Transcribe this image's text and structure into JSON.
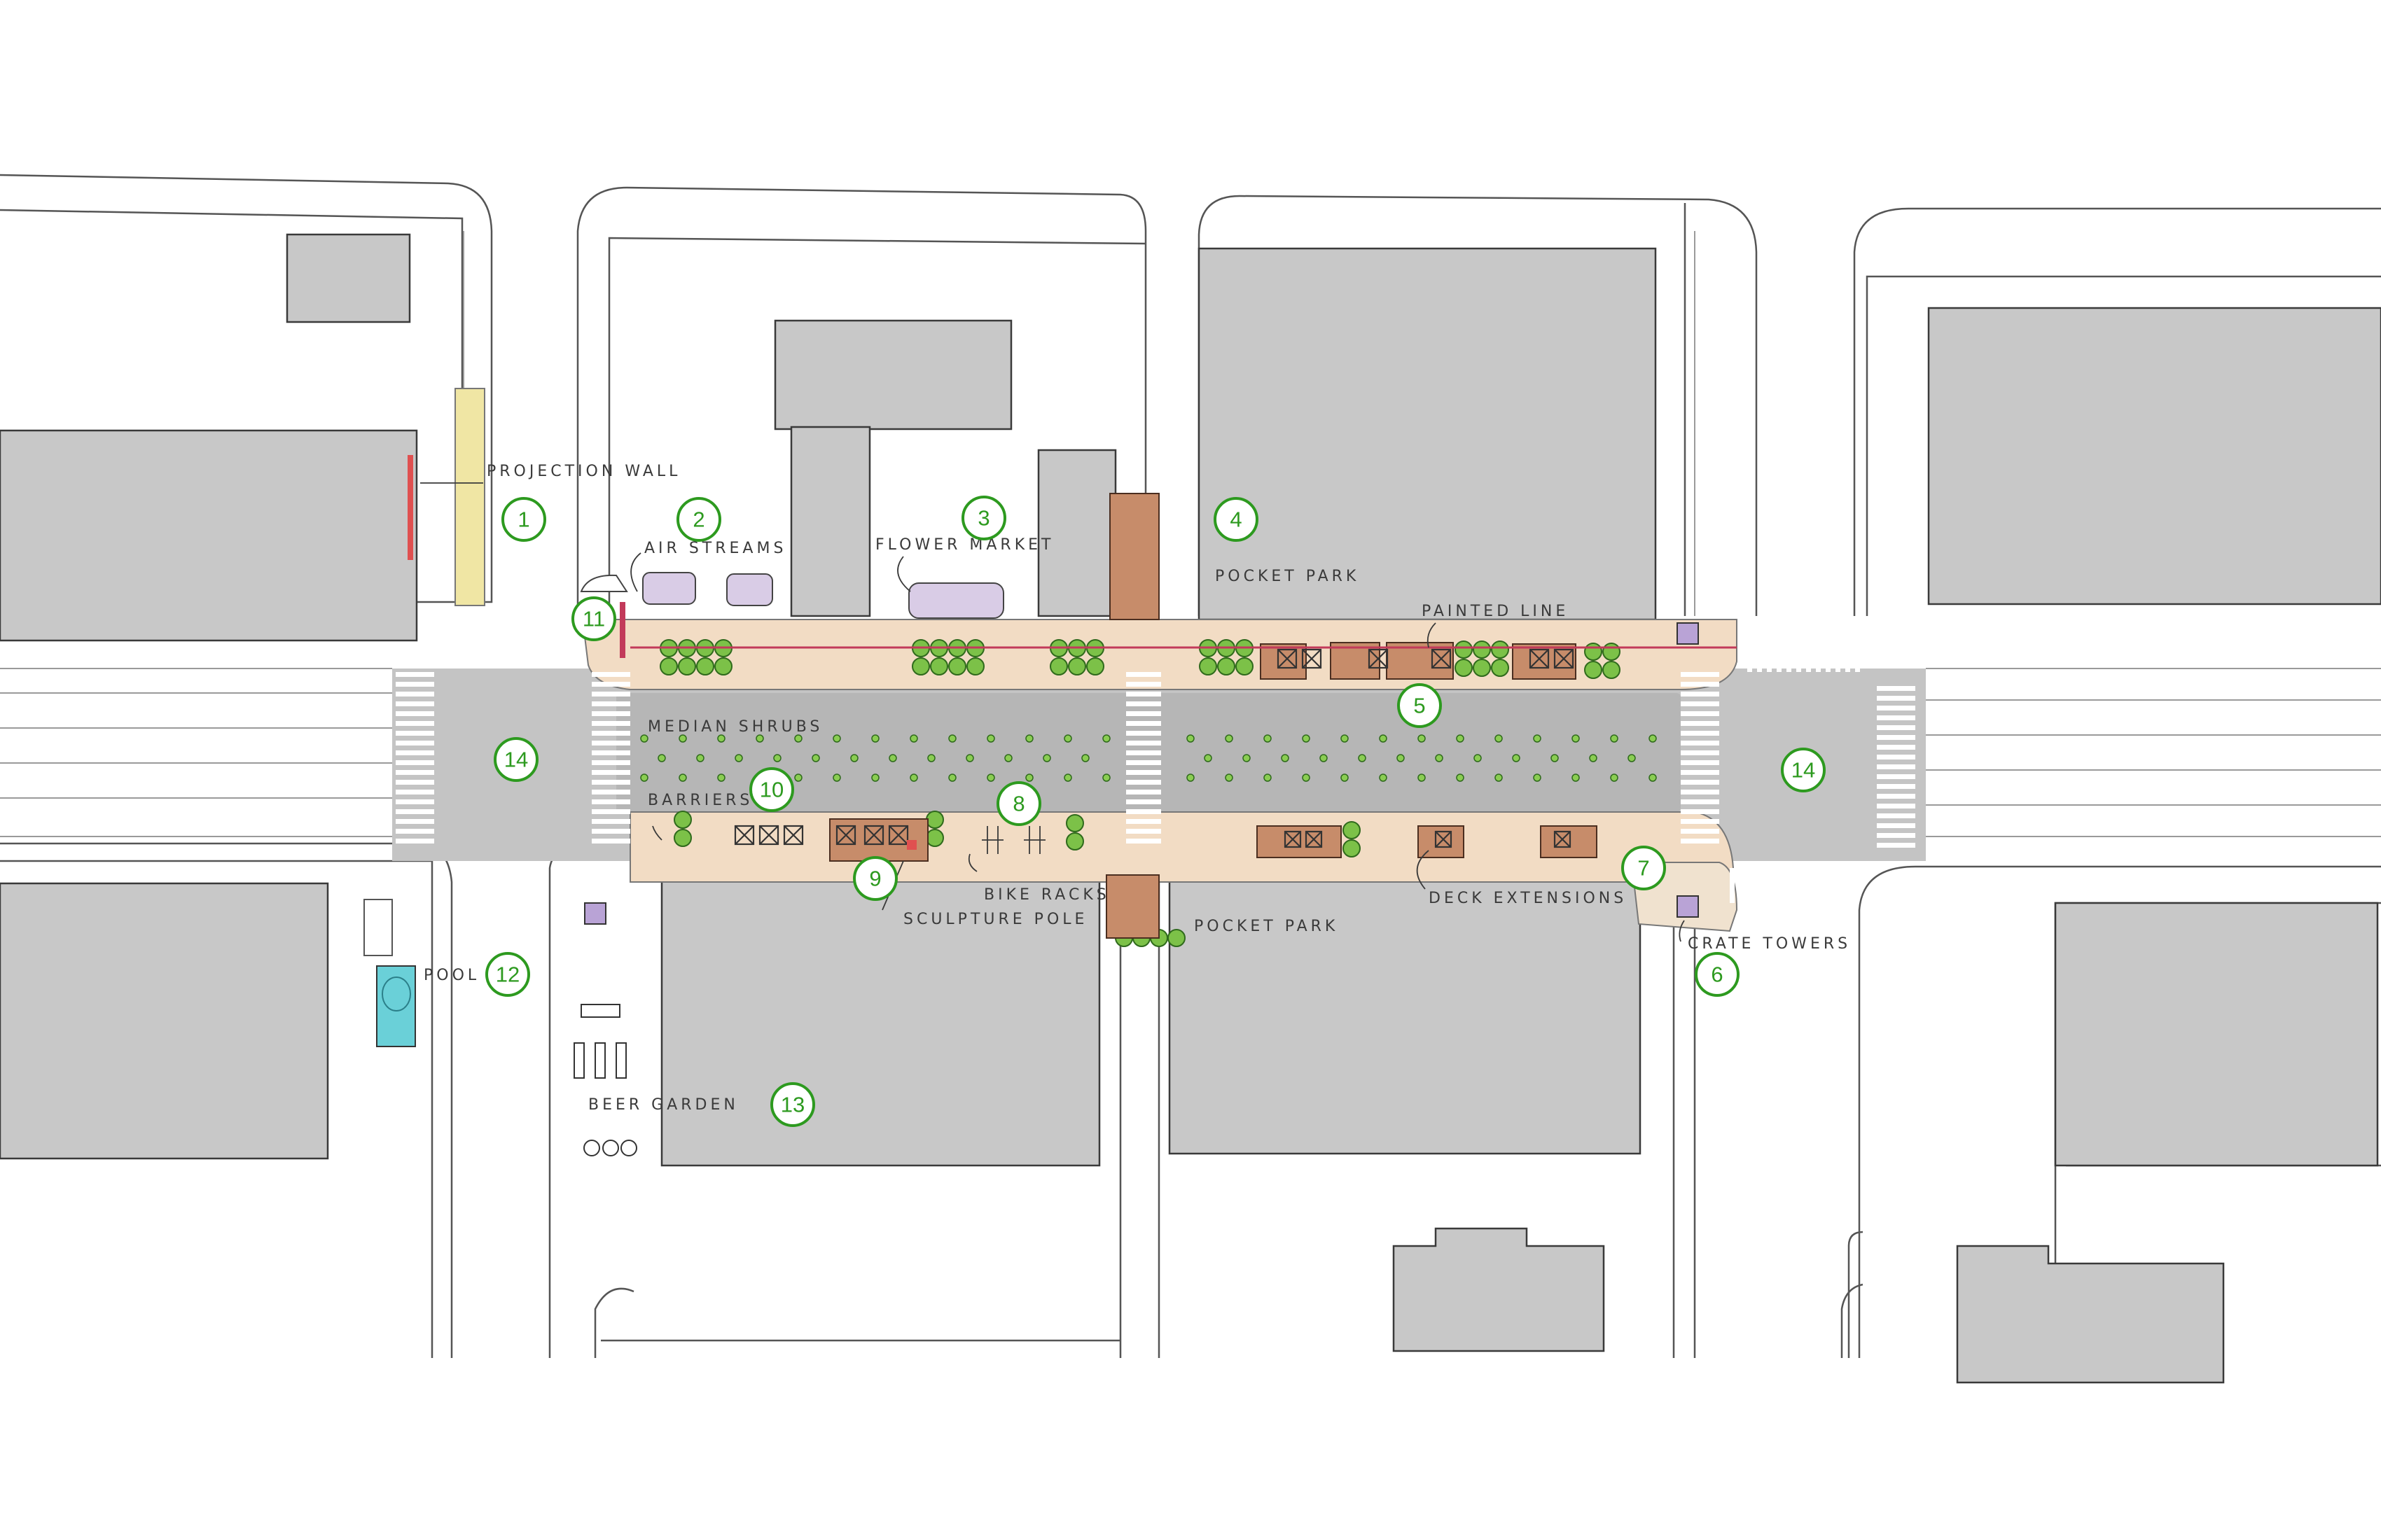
{
  "labels": {
    "projection_wall": "PROJECTION WALL",
    "air_streams": "AIR STREAMS",
    "flower_market": "FLOWER MARKET",
    "pocket_park_north": "POCKET PARK",
    "painted_line": "PAINTED LINE",
    "median_shrubs": "MEDIAN SHRUBS",
    "barriers": "BARRIERS",
    "bike_racks": "BIKE RACKS",
    "sculpture_pole": "SCULPTURE POLE",
    "pocket_park_south": "POCKET PARK",
    "deck_extensions": "DECK EXTENSIONS",
    "crate_towers": "CRATE TOWERS",
    "pool": "POOL",
    "beer_garden": "BEER GARDEN"
  },
  "markers": [
    "1",
    "2",
    "3",
    "4",
    "5",
    "6",
    "7",
    "8",
    "9",
    "10",
    "11",
    "12",
    "13",
    "14",
    "14"
  ],
  "colors": {
    "marker": "#2d9a1f",
    "building": "#c8c8c8",
    "road": "#c4c4c4",
    "sidewalk": "#f2dcc4",
    "tree": "#7cc148",
    "deck": "#c78c6a"
  }
}
